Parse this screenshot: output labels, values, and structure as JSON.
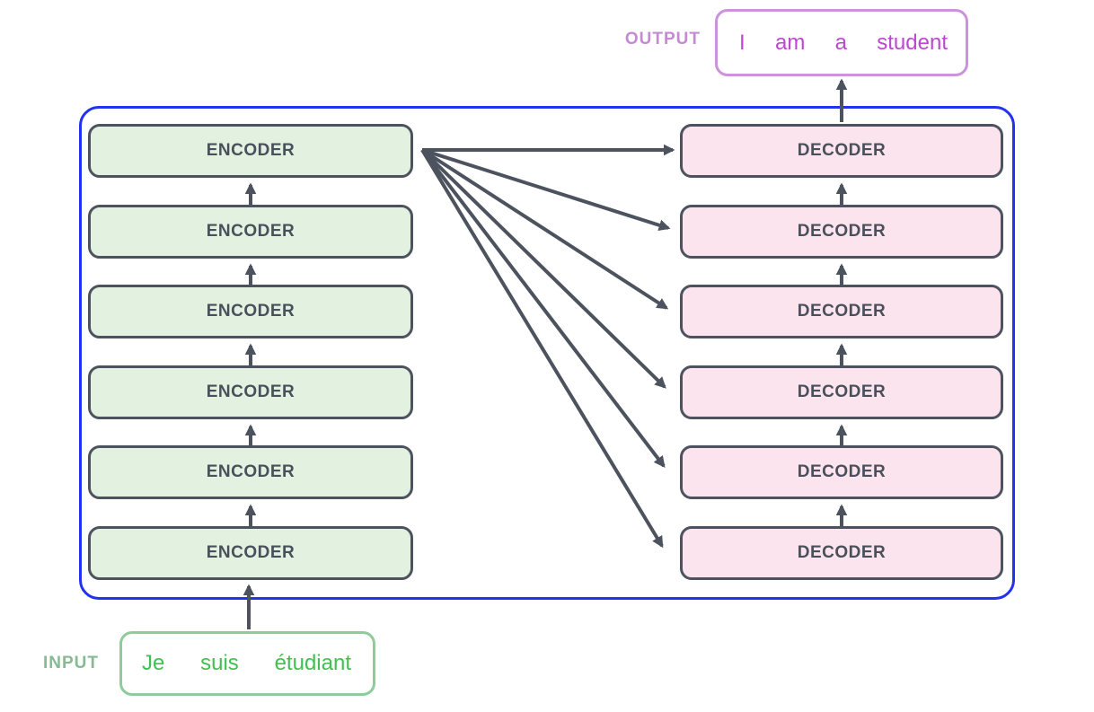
{
  "colors": {
    "bg": "#ffffff",
    "stroke": "#4d535e",
    "blockText": "#4a505b",
    "encoderFill": "#e3f2e0",
    "decoderFill": "#fce4ef",
    "frameBlue": "#2133f0",
    "inputBorder": "#8fcb9b",
    "inputText": "#41c052",
    "inputLabel": "#87ba93",
    "outputBorder": "#cb93dd",
    "outputText": "#bc48cf",
    "outputLabel": "#c48bd0"
  },
  "labels": {
    "input": "INPUT",
    "output": "OUTPUT"
  },
  "input": {
    "words": [
      "Je",
      "suis",
      "étudiant"
    ]
  },
  "output": {
    "words": [
      "I",
      "am",
      "a",
      "student"
    ]
  },
  "encoders": [
    {
      "label": "ENCODER"
    },
    {
      "label": "ENCODER"
    },
    {
      "label": "ENCODER"
    },
    {
      "label": "ENCODER"
    },
    {
      "label": "ENCODER"
    },
    {
      "label": "ENCODER"
    }
  ],
  "decoders": [
    {
      "label": "DECODER"
    },
    {
      "label": "DECODER"
    },
    {
      "label": "DECODER"
    },
    {
      "label": "DECODER"
    },
    {
      "label": "DECODER"
    },
    {
      "label": "DECODER"
    }
  ]
}
